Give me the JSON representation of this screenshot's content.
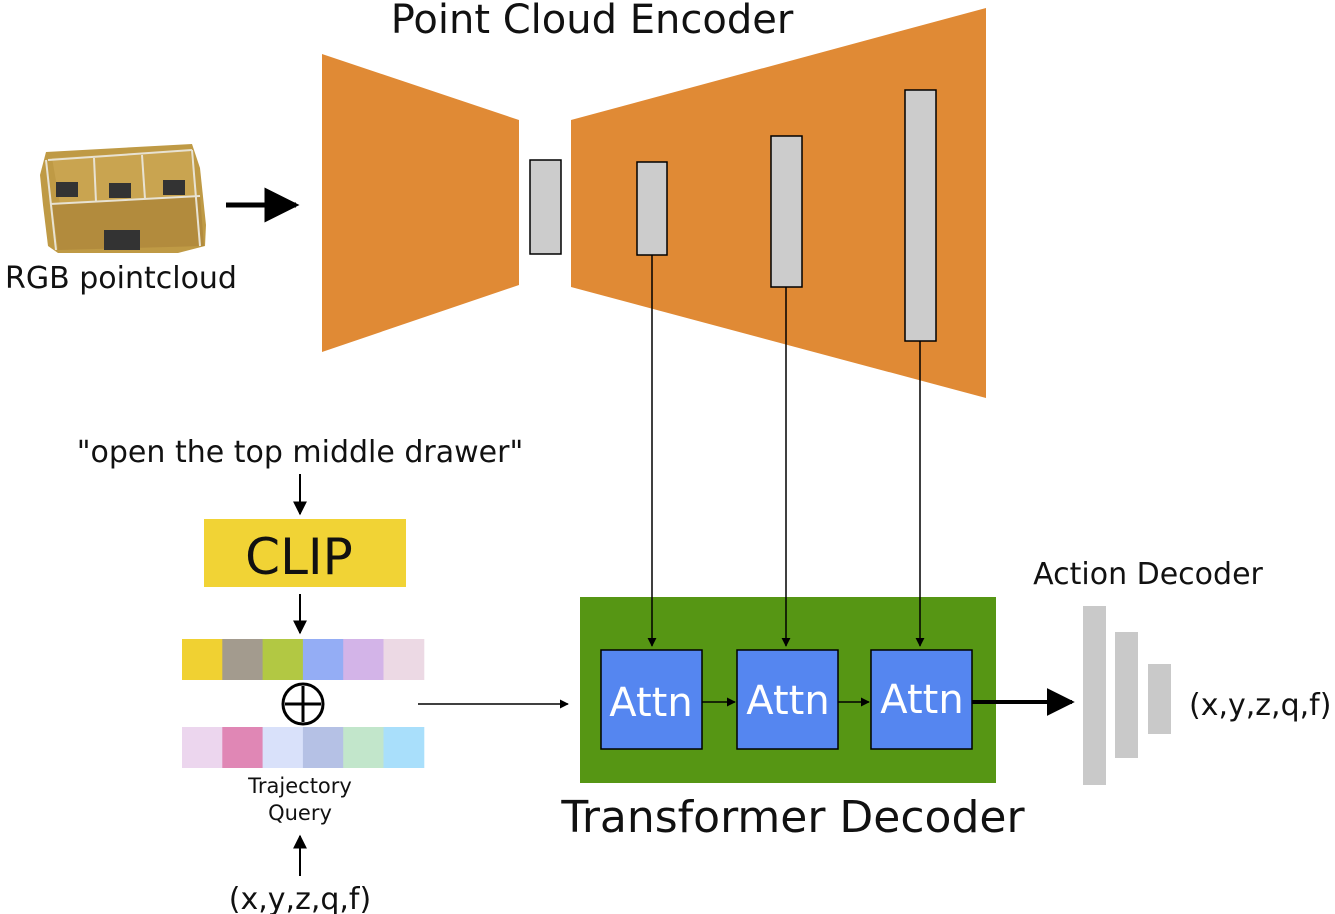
{
  "labels": {
    "encoder_title": "Point Cloud Encoder",
    "input_label": "RGB pointcloud",
    "instruction": "\"open the top middle drawer\"",
    "clip": "CLIP",
    "trajectory_query_line1": "Trajectory",
    "trajectory_query_line2": "Query",
    "input_pose": "(x,y,z,q,f)",
    "decoder_title": "Transformer Decoder",
    "attn_1": "Attn",
    "attn_2": "Attn",
    "attn_3": "Attn",
    "action_decoder_title": "Action Decoder",
    "output_pose": "(x,y,z,q,f)"
  },
  "colors": {
    "encoder": "#e08a35",
    "feature_map": "#cccccc",
    "clip": "#f1d335",
    "decoder": "#569614",
    "attn": "#5586f0",
    "action_bars": "#c9c9c9",
    "language_tokens": [
      "#f0d132",
      "#a39b8e",
      "#b2c843",
      "#94adf5",
      "#d3b4e8",
      "#ecd9e4"
    ],
    "query_tokens": [
      "#ecd6ee",
      "#e087b5",
      "#d9e1fa",
      "#b5c1e5",
      "#c2e6cb",
      "#a9dffb"
    ]
  },
  "icons": {
    "pointcloud": "pointcloud-thumbnail",
    "combine": "circled-plus-icon"
  }
}
